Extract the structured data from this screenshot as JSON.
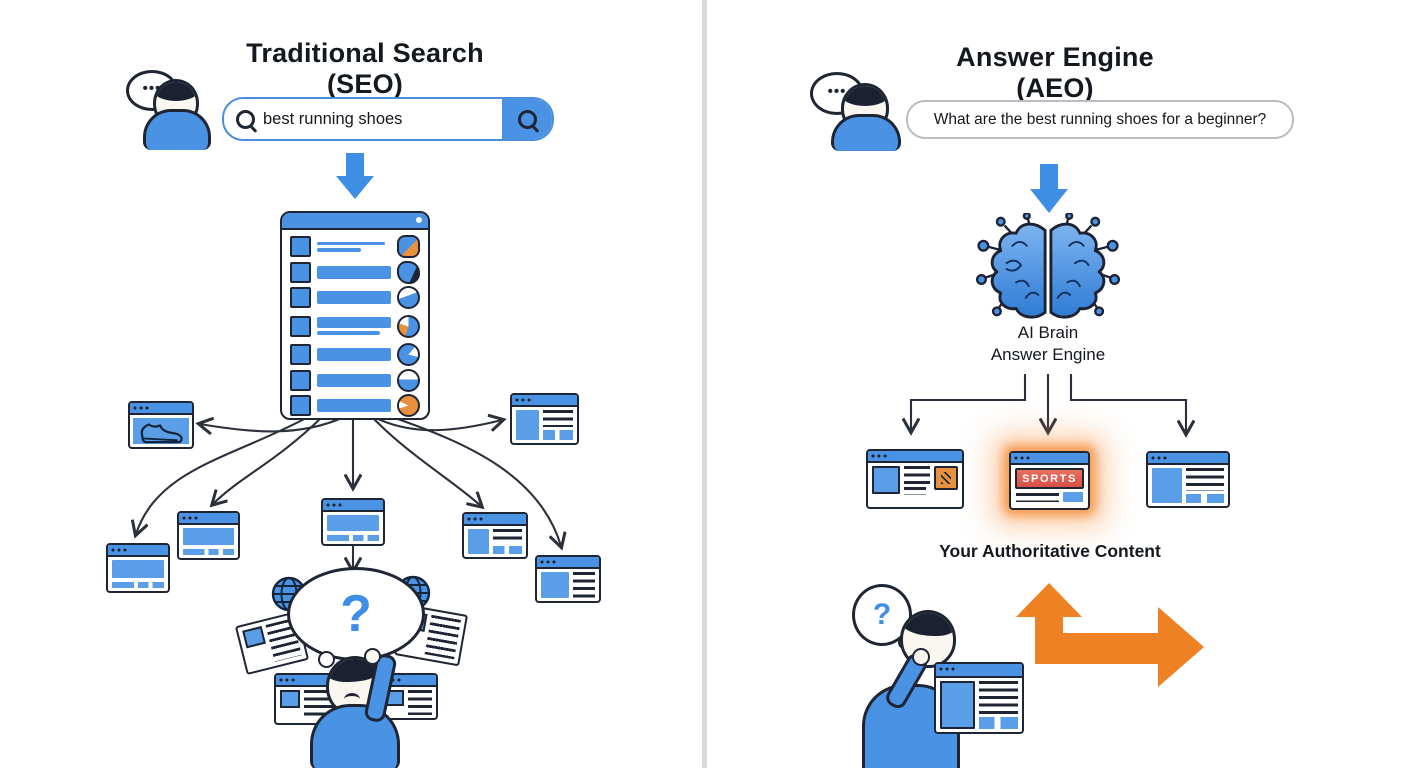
{
  "left": {
    "title": "Traditional Search (SEO)",
    "avatar": {
      "speech_dots": "•••"
    },
    "search": {
      "query": "best running shoes"
    },
    "confusion": {
      "question_mark": "?"
    }
  },
  "right": {
    "title": "Answer Engine (AEO)",
    "avatar": {
      "speech_dots": "•••"
    },
    "query_pill": {
      "text": "What are the best running shoes for a beginner?"
    },
    "brain": {
      "caption_line1": "AI Brain",
      "caption_line2": "Answer Engine"
    },
    "highlight_card": {
      "label": "SPORTS"
    },
    "content_caption": "Your Authoritative Content",
    "thinker": {
      "question_mark": "?"
    }
  },
  "colors": {
    "primary_blue": "#4a92e4",
    "block_blue": "#5b9ee8",
    "outline_dark": "#1f2533",
    "connector_dark": "#2b303a",
    "accent_orange": "#ef8125",
    "banner_red": "#e0564d",
    "divider_gray": "#d7dadd"
  }
}
